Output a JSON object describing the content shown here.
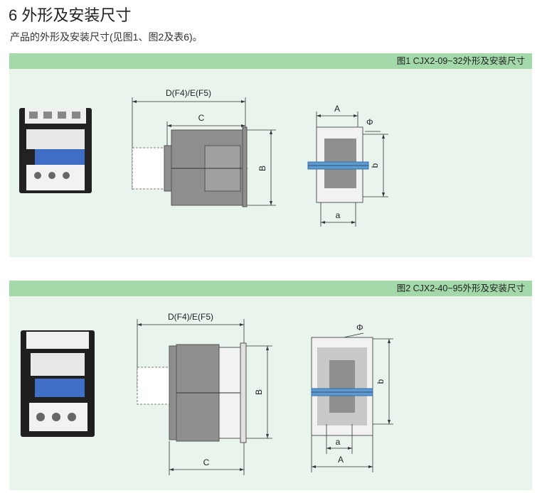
{
  "section": {
    "title": "6 外形及安装尺寸",
    "subtitle": "产品的外形及安装尺寸(见图1、图2及表6)。"
  },
  "figure1": {
    "caption": "图1 CJX2-09~32外形及安装尺寸",
    "labels": {
      "d_e": "D(F4)/E(F5)",
      "c": "C",
      "b_upper": "B",
      "a_upper": "A",
      "b_lower": "b",
      "a_lower": "a",
      "phi": "Φ"
    }
  },
  "figure2": {
    "caption": "图2 CJX2-40~95外形及安装尺寸",
    "labels": {
      "d_e": "D(F4)/E(F5)",
      "c": "C",
      "b_upper": "B",
      "a_upper": "A",
      "b_lower": "b",
      "a_lower": "a",
      "phi": "Φ"
    }
  },
  "colors": {
    "header_green": "#a3d8a9",
    "panel_bg": "#e9f5ec",
    "body_gray": "#8f8f8f",
    "slider_blue": "#5b9bd5"
  }
}
